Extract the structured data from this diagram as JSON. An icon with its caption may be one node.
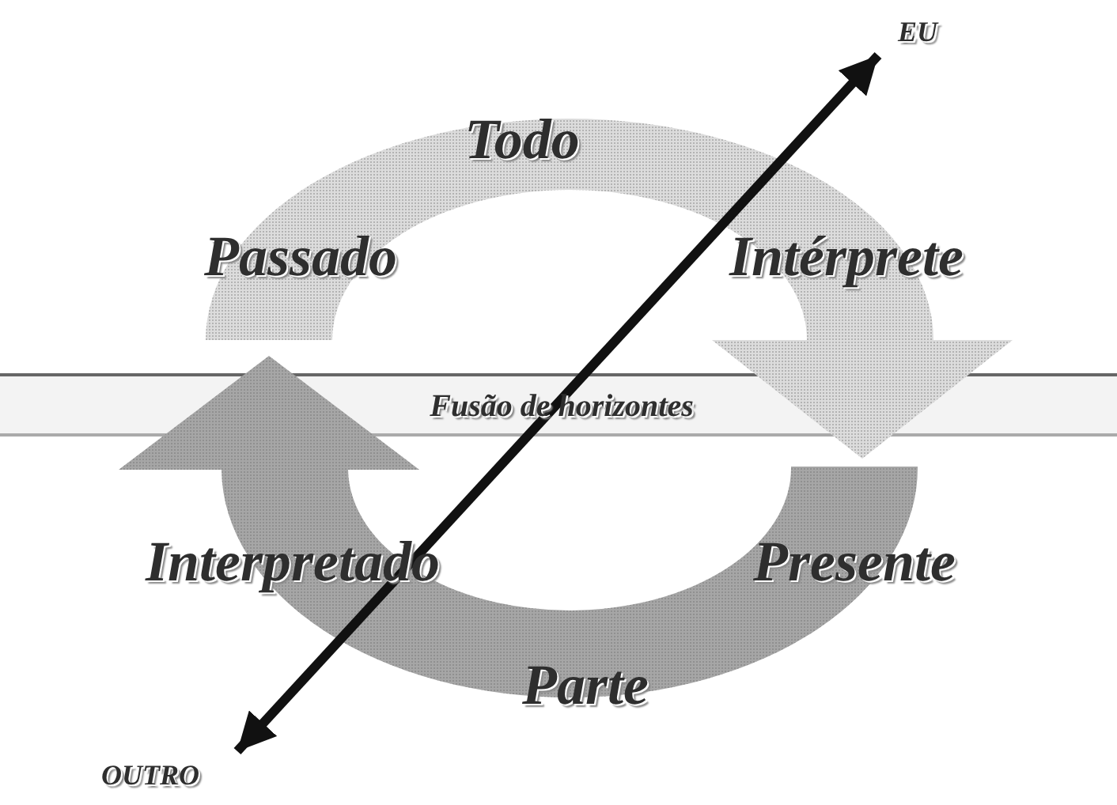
{
  "diagram": {
    "nodes": [
      {
        "text": [
          "EU"
        ]
      },
      {
        "text": [
          "OUTRO"
        ]
      }
    ],
    "edges": [
      {
        "from": 1,
        "to": 0,
        "arrow": "both"
      }
    ],
    "labels": [
      "Todo",
      "Passado",
      "Intérprete",
      "Fusão de horizontes",
      "Interpretado",
      "Presente",
      "Parte"
    ]
  }
}
